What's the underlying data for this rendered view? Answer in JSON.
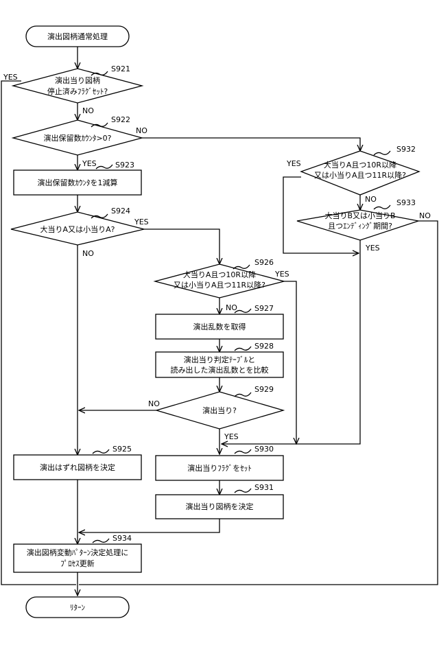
{
  "nodes": {
    "start": {
      "label": "演出図柄通常処理"
    },
    "d921": {
      "step": "S921",
      "line1": "演出当り図柄",
      "line2": "停止済みﾌﾗｸﾞｾｯﾄ?"
    },
    "d922": {
      "step": "S922",
      "line1": "演出保留数ｶｳﾝﾀ>0?"
    },
    "p923": {
      "step": "S923",
      "line1": "演出保留数ｶｳﾝﾀを1減算"
    },
    "d924": {
      "step": "S924",
      "line1": "大当りA又は小当りA?"
    },
    "p925": {
      "step": "S925",
      "line1": "演出はずれ図柄を決定"
    },
    "d926": {
      "step": "S926",
      "line1": "大当りA且つ10R以降",
      "line2": "又は小当りA且つ11R以降?"
    },
    "p927": {
      "step": "S927",
      "line1": "演出乱数を取得"
    },
    "p928": {
      "step": "S928",
      "line1": "演出当り判定ﾃｰﾌﾞﾙと",
      "line2": "読み出した演出乱数とを比較"
    },
    "d929": {
      "step": "S929",
      "line1": "演出当り?"
    },
    "p930": {
      "step": "S930",
      "line1": "演出当りﾌﾗｸﾞをｾｯﾄ"
    },
    "p931": {
      "step": "S931",
      "line1": "演出当り図柄を決定"
    },
    "d932": {
      "step": "S932",
      "line1": "大当りA且つ10R以降",
      "line2": "又は小当りA且つ11R以降?"
    },
    "d933": {
      "step": "S933",
      "line1": "大当りB又は小当りB",
      "line2": "且つｴﾝﾃﾞｨﾝｸﾞ期間?"
    },
    "p934": {
      "step": "S934",
      "line1": "演出図柄変動ﾊﾟﾀｰﾝ決定処理に",
      "line2": "ﾌﾟﾛｾｽ更新"
    },
    "end": {
      "label": "ﾘﾀｰﾝ"
    }
  },
  "branches": {
    "d921_yes": "YES",
    "d921_no": "NO",
    "d922_yes": "YES",
    "d922_no": "NO",
    "d924_yes": "YES",
    "d924_no": "NO",
    "d926_yes": "YES",
    "d926_no": "NO",
    "d929_yes": "YES",
    "d929_no": "NO",
    "d932_yes": "YES",
    "d932_no": "NO",
    "d933_yes": "YES",
    "d933_no": "NO"
  }
}
